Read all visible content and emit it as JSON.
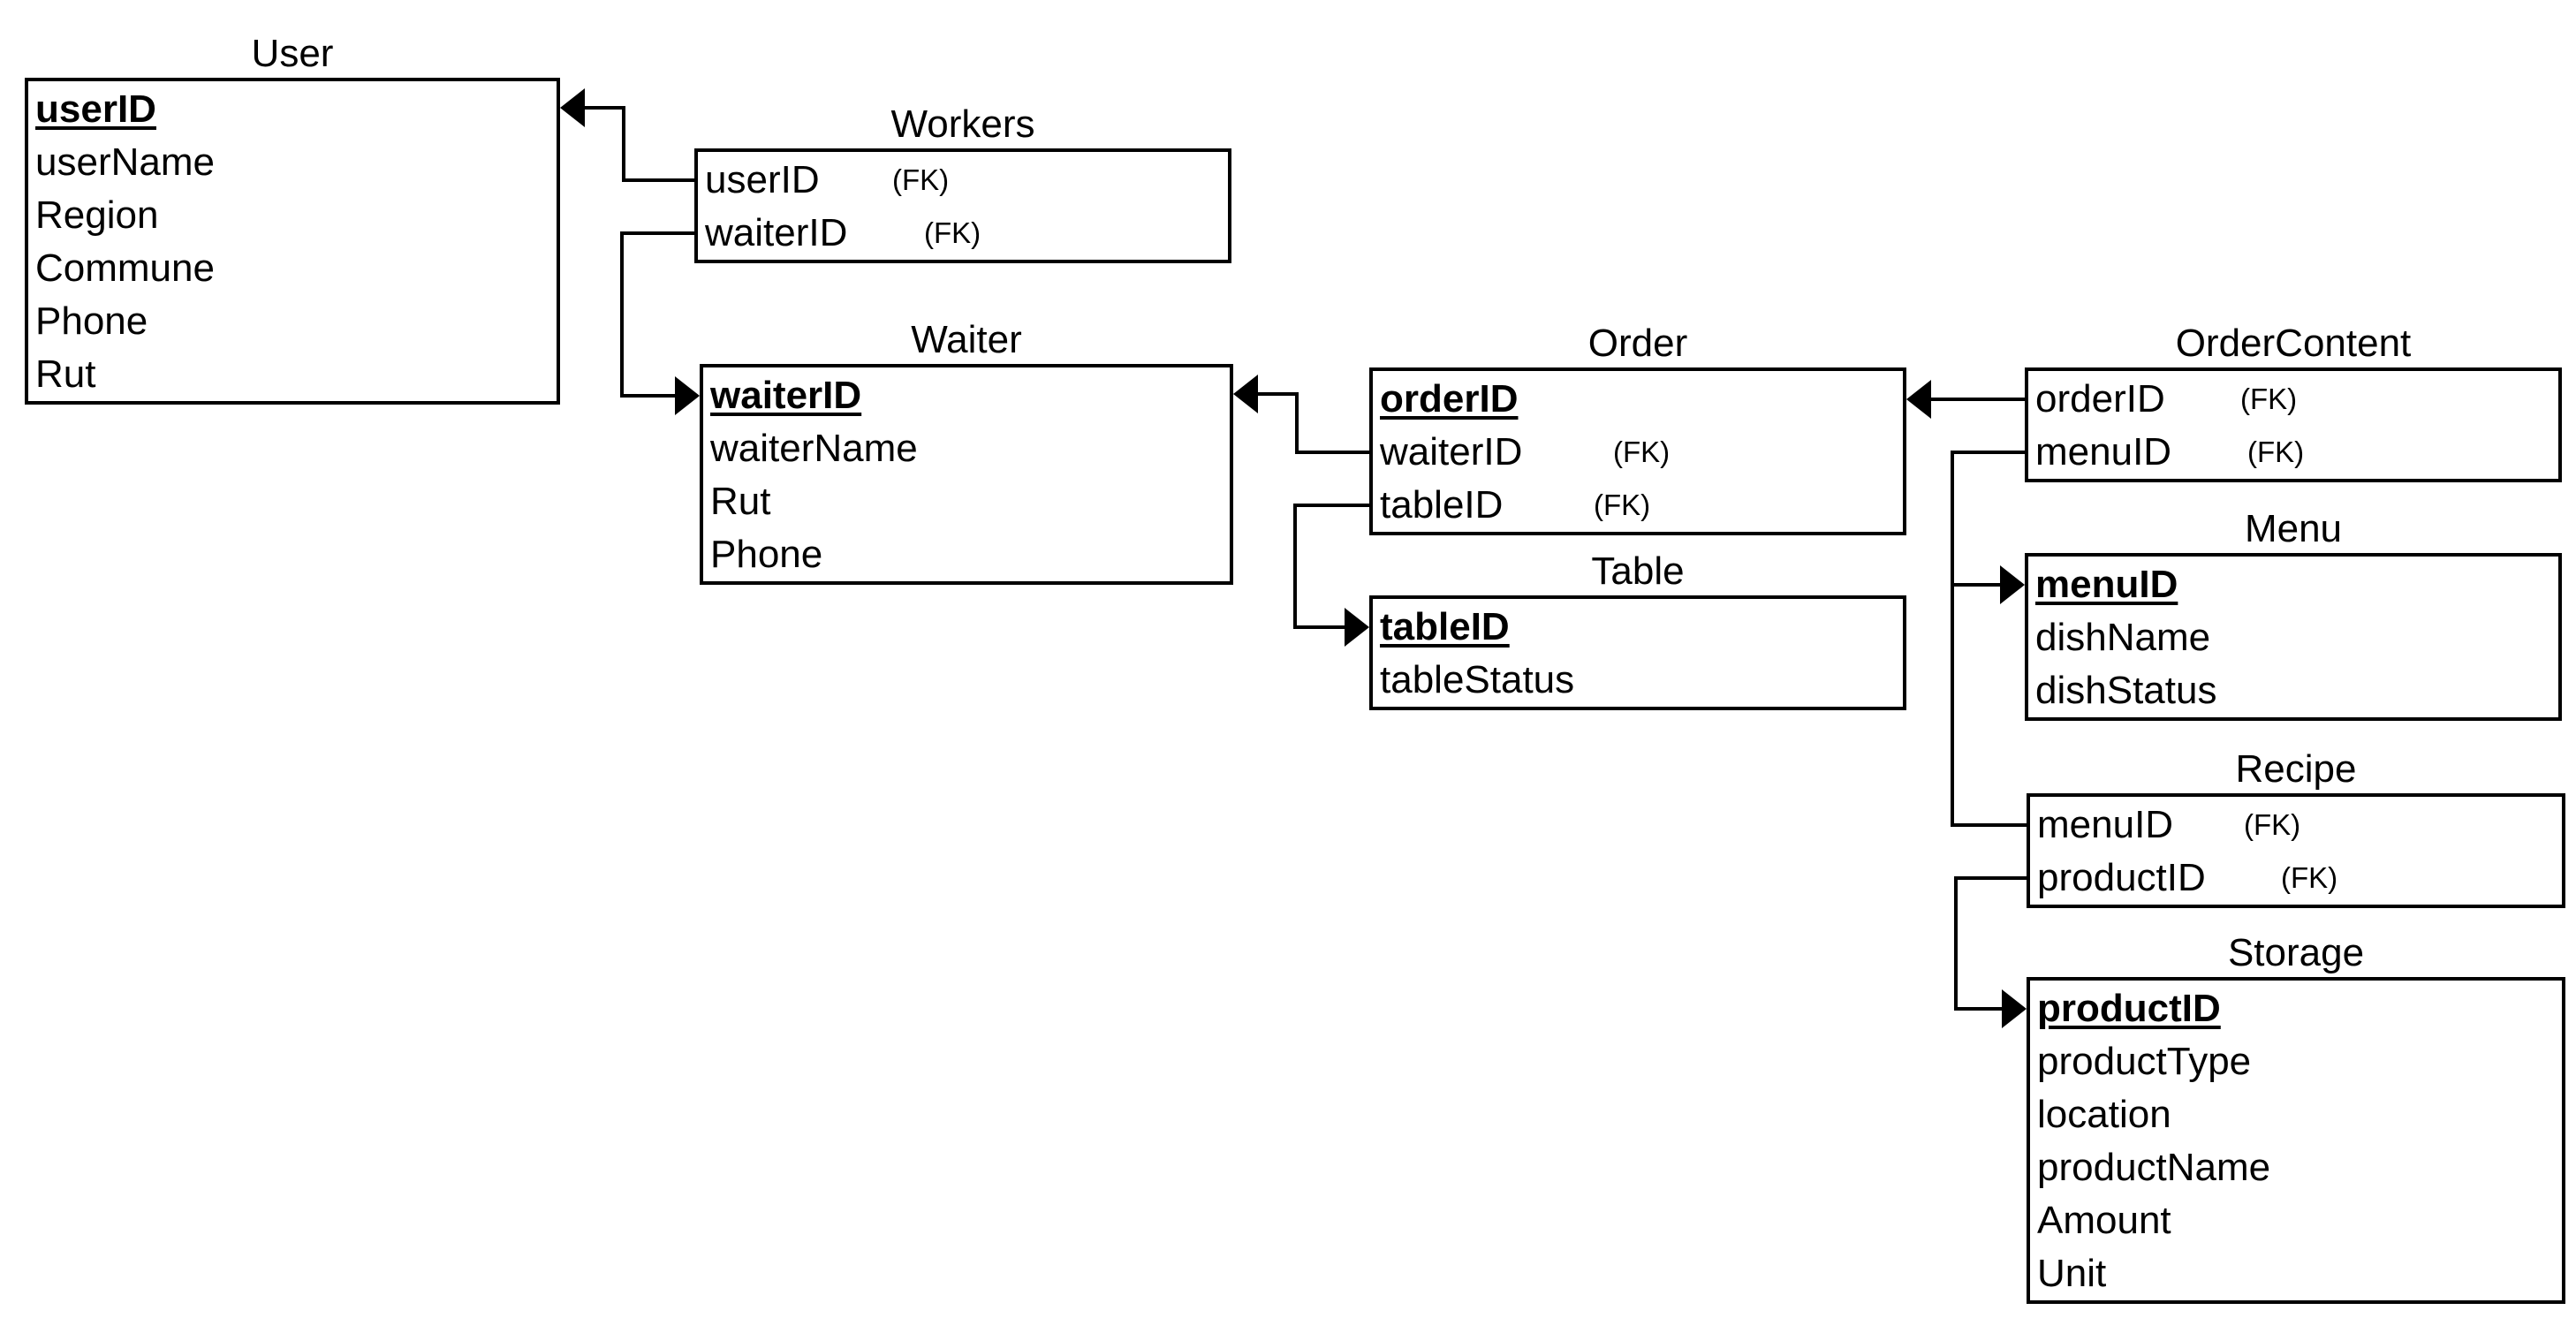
{
  "diagram": {
    "entities": {
      "user": {
        "title": "User",
        "attributes": [
          {
            "name": "userID",
            "pk": true,
            "fk": ""
          },
          {
            "name": "userName",
            "pk": false,
            "fk": ""
          },
          {
            "name": "Region",
            "pk": false,
            "fk": ""
          },
          {
            "name": "Commune",
            "pk": false,
            "fk": ""
          },
          {
            "name": "Phone",
            "pk": false,
            "fk": ""
          },
          {
            "name": "Rut",
            "pk": false,
            "fk": ""
          }
        ]
      },
      "workers": {
        "title": "Workers",
        "attributes": [
          {
            "name": "userID",
            "pk": false,
            "fk": "(FK)"
          },
          {
            "name": "waiterID",
            "pk": false,
            "fk": "(FK)"
          }
        ]
      },
      "waiter": {
        "title": "Waiter",
        "attributes": [
          {
            "name": "waiterID",
            "pk": true,
            "fk": ""
          },
          {
            "name": "waiterName",
            "pk": false,
            "fk": ""
          },
          {
            "name": "Rut",
            "pk": false,
            "fk": ""
          },
          {
            "name": "Phone",
            "pk": false,
            "fk": ""
          }
        ]
      },
      "order": {
        "title": "Order",
        "attributes": [
          {
            "name": "orderID",
            "pk": true,
            "fk": ""
          },
          {
            "name": "waiterID",
            "pk": false,
            "fk": "(FK)"
          },
          {
            "name": "tableID",
            "pk": false,
            "fk": "(FK)"
          }
        ]
      },
      "table": {
        "title": "Table",
        "attributes": [
          {
            "name": "tableID",
            "pk": true,
            "fk": ""
          },
          {
            "name": "tableStatus",
            "pk": false,
            "fk": ""
          }
        ]
      },
      "ordercontent": {
        "title": "OrderContent",
        "attributes": [
          {
            "name": "orderID",
            "pk": false,
            "fk": "(FK)"
          },
          {
            "name": "menuID",
            "pk": false,
            "fk": "(FK)"
          }
        ]
      },
      "menu": {
        "title": "Menu",
        "attributes": [
          {
            "name": "menuID",
            "pk": true,
            "fk": ""
          },
          {
            "name": "dishName",
            "pk": false,
            "fk": ""
          },
          {
            "name": "dishStatus",
            "pk": false,
            "fk": ""
          }
        ]
      },
      "recipe": {
        "title": "Recipe",
        "attributes": [
          {
            "name": "menuID",
            "pk": false,
            "fk": "(FK)"
          },
          {
            "name": "productID",
            "pk": false,
            "fk": "(FK)"
          }
        ]
      },
      "storage": {
        "title": "Storage",
        "attributes": [
          {
            "name": "productID",
            "pk": true,
            "fk": ""
          },
          {
            "name": "productType",
            "pk": false,
            "fk": ""
          },
          {
            "name": "location",
            "pk": false,
            "fk": ""
          },
          {
            "name": "productName",
            "pk": false,
            "fk": ""
          },
          {
            "name": "Amount",
            "pk": false,
            "fk": ""
          },
          {
            "name": "Unit",
            "pk": false,
            "fk": ""
          }
        ]
      }
    },
    "relationships": [
      {
        "from": "workers.userID",
        "to": "user.userID"
      },
      {
        "from": "workers.waiterID",
        "to": "waiter.waiterID"
      },
      {
        "from": "order.waiterID",
        "to": "waiter.waiterID"
      },
      {
        "from": "order.tableID",
        "to": "table.tableID"
      },
      {
        "from": "ordercontent.orderID",
        "to": "order.orderID"
      },
      {
        "from": "ordercontent.menuID",
        "to": "menu.menuID"
      },
      {
        "from": "recipe.menuID",
        "to": "menu.menuID"
      },
      {
        "from": "recipe.productID",
        "to": "storage.productID"
      }
    ]
  }
}
